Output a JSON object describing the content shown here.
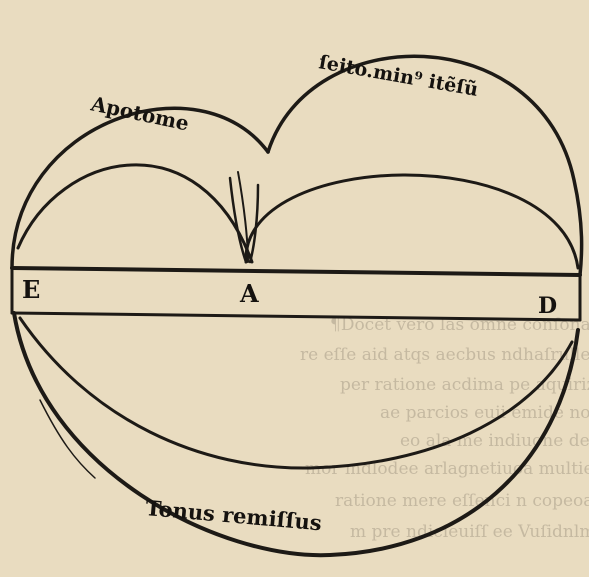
{
  "diagram": {
    "arc_labels": {
      "apotome": "Apotome",
      "semitone_minor": "ſeito.min⁹ itẽſũ",
      "tonus_remissus": "Tonus remiſſus"
    },
    "points": {
      "left": "E",
      "center": "A",
      "right": "D"
    }
  },
  "bleed_through_text": [
    "¶Docet vero las omne conſonantiā",
    "re eſſe aid atqs aecbus ndhaſrulleee",
    "per ratione acdima pe aquiriz ralte",
    "ae parcios euii emide nonmuie ie",
    "eo ala me indiuone dealee ndi lim",
    "mor mdlodee arlagnetiuoa multien",
    "ratione mere eſſenci  n copeoainua eſe",
    "m pre ndicieuiſſ ee Vuſidnlmiaſſ"
  ],
  "colors": {
    "paper": "#e9dcc0",
    "ink": "#1d1a16",
    "bleed_ink": "#9a8f7c"
  }
}
